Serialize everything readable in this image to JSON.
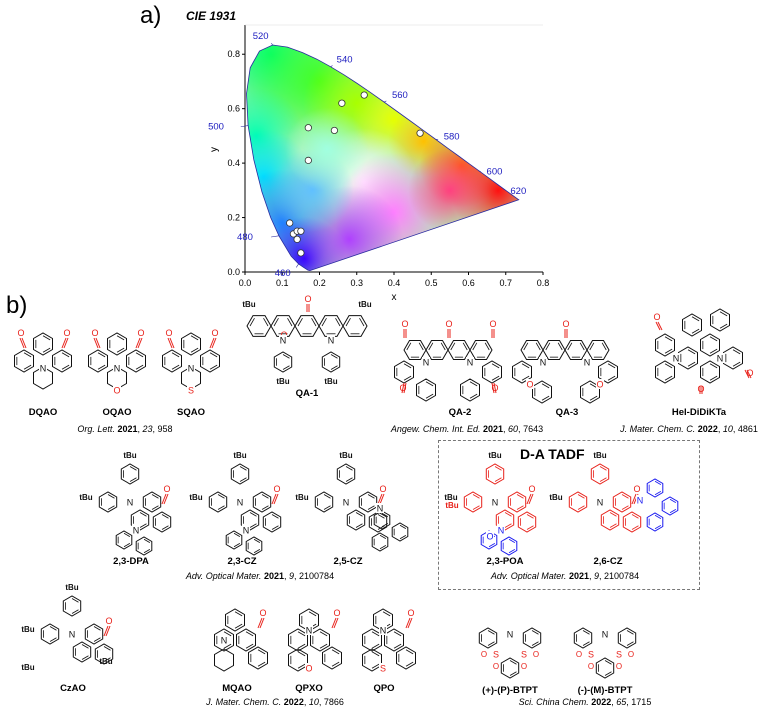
{
  "panels": {
    "a_label": "a)",
    "b_label": "b)"
  },
  "chart_data": {
    "type": "scatter",
    "title": "CIE 1931",
    "xlabel": "x",
    "ylabel": "y",
    "xlim": [
      0.0,
      0.8
    ],
    "ylim": [
      0.0,
      0.9
    ],
    "x_ticks": [
      "0.0",
      "0.1",
      "0.2",
      "0.3",
      "0.4",
      "0.5",
      "0.6",
      "0.7",
      "0.8"
    ],
    "y_ticks": [
      "0.0",
      "0.2",
      "0.4",
      "0.6",
      "0.8"
    ],
    "wavelength_labels": [
      {
        "text": "460",
        "x": 0.144,
        "y": 0.03
      },
      {
        "text": "480",
        "x": 0.091,
        "y": 0.133
      },
      {
        "text": "500",
        "x": 0.008,
        "y": 0.538
      },
      {
        "text": "520",
        "x": 0.074,
        "y": 0.834
      },
      {
        "text": "540",
        "x": 0.23,
        "y": 0.754
      },
      {
        "text": "560",
        "x": 0.373,
        "y": 0.624
      },
      {
        "text": "580",
        "x": 0.512,
        "y": 0.487
      },
      {
        "text": "600",
        "x": 0.627,
        "y": 0.372
      },
      {
        "text": "620",
        "x": 0.691,
        "y": 0.308
      }
    ],
    "points": [
      {
        "x": 0.15,
        "y": 0.07
      },
      {
        "x": 0.13,
        "y": 0.14
      },
      {
        "x": 0.14,
        "y": 0.15
      },
      {
        "x": 0.15,
        "y": 0.15
      },
      {
        "x": 0.14,
        "y": 0.12
      },
      {
        "x": 0.12,
        "y": 0.18
      },
      {
        "x": 0.17,
        "y": 0.41
      },
      {
        "x": 0.17,
        "y": 0.53
      },
      {
        "x": 0.24,
        "y": 0.52
      },
      {
        "x": 0.26,
        "y": 0.62
      },
      {
        "x": 0.32,
        "y": 0.65
      },
      {
        "x": 0.47,
        "y": 0.51
      }
    ],
    "grid": false,
    "legend": "none"
  },
  "colors": {
    "acceptor": "#e8211a",
    "donor": "#1a1af0",
    "black": "#111111"
  },
  "row1": {
    "compounds": [
      "DQAO",
      "OQAO",
      "SQAO",
      "QA-1",
      "QA-2",
      "QA-3",
      "Hel-DiDiKTa"
    ],
    "refs": [
      {
        "journal": "Org. Lett.",
        "year": "2021",
        "vol": "23",
        "page": "958"
      },
      {
        "journal": "Angew. Chem. Int. Ed.",
        "year": "2021",
        "vol": "60",
        "page": "7643"
      },
      {
        "journal": "J. Mater. Chem. C.",
        "year": "2022",
        "vol": "10",
        "page": "4861"
      }
    ]
  },
  "row2": {
    "compounds": [
      "2,3-DPA",
      "2,3-CZ",
      "2,5-CZ"
    ],
    "ref": {
      "journal": "Adv. Optical Mater.",
      "year": "2021",
      "vol": "9",
      "page": "2100784"
    },
    "da_box": {
      "title": "D-A TADF",
      "compounds": [
        "2,3-POA",
        "2,6-CZ"
      ],
      "ref": {
        "journal": "Adv. Optical Mater.",
        "year": "2021",
        "vol": "9",
        "page": "2100784"
      }
    }
  },
  "row3": {
    "compounds": [
      "CzAO",
      "MQAO",
      "QPXO",
      "QPO"
    ],
    "ref": {
      "journal": "J. Mater. Chem. C.",
      "year": "2022",
      "vol": "10",
      "page": "7866"
    },
    "compounds_right": [
      "(+)-(P)-BTPT",
      "(-)-(M)-BTPT"
    ],
    "ref_right": {
      "journal": "Sci. China Chem.",
      "year": "2022",
      "vol": "65",
      "page": "1715"
    }
  },
  "atom_labels": {
    "N": "N",
    "O": "O",
    "S": "S",
    "tBu": "tBu"
  }
}
